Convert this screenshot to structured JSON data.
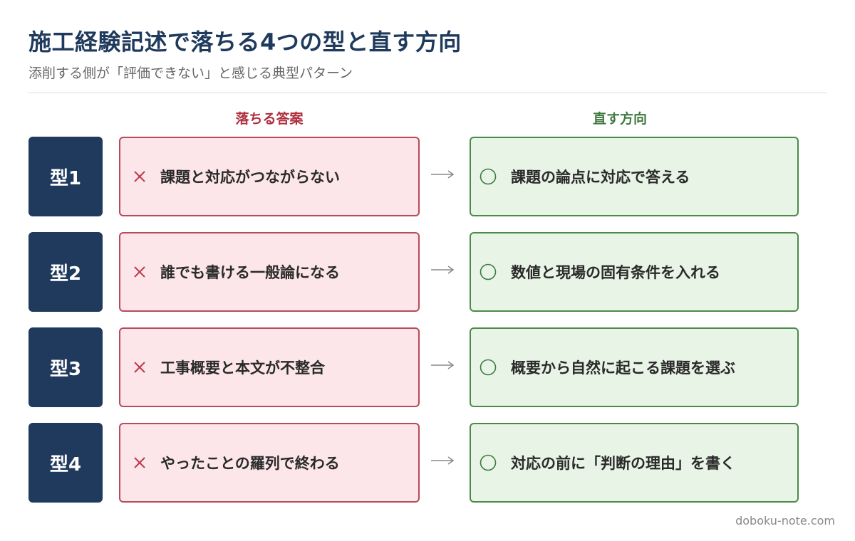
{
  "title": "施工経験記述で落ちる4つの型と直す方向",
  "subtitle": "添削する側が「評価できない」と感じる典型パターン",
  "columns": {
    "bad": "落ちる答案",
    "good": "直す方向"
  },
  "rows": [
    {
      "type": "型1",
      "bad": "課題と対応がつながらない",
      "good": "課題の論点に対応で答える"
    },
    {
      "type": "型2",
      "bad": "誰でも書ける一般論になる",
      "good": "数値と現場の固有条件を入れる"
    },
    {
      "type": "型3",
      "bad": "工事概要と本文が不整合",
      "good": "概要から自然に起こる課題を選ぶ"
    },
    {
      "type": "型4",
      "bad": "やったことの羅列で終わる",
      "good": "対応の前に「判断の理由」を書く"
    }
  ],
  "footer": "doboku-note.com",
  "icons": {
    "bad": "cross-icon",
    "good": "circle-icon",
    "between": "arrow-right-icon"
  },
  "colors": {
    "navy": "#1f3a5c",
    "bad_accent": "#b03040",
    "bad_fill": "#fce6ea",
    "good_accent": "#3f7a3f",
    "good_fill": "#e8f4e6"
  }
}
